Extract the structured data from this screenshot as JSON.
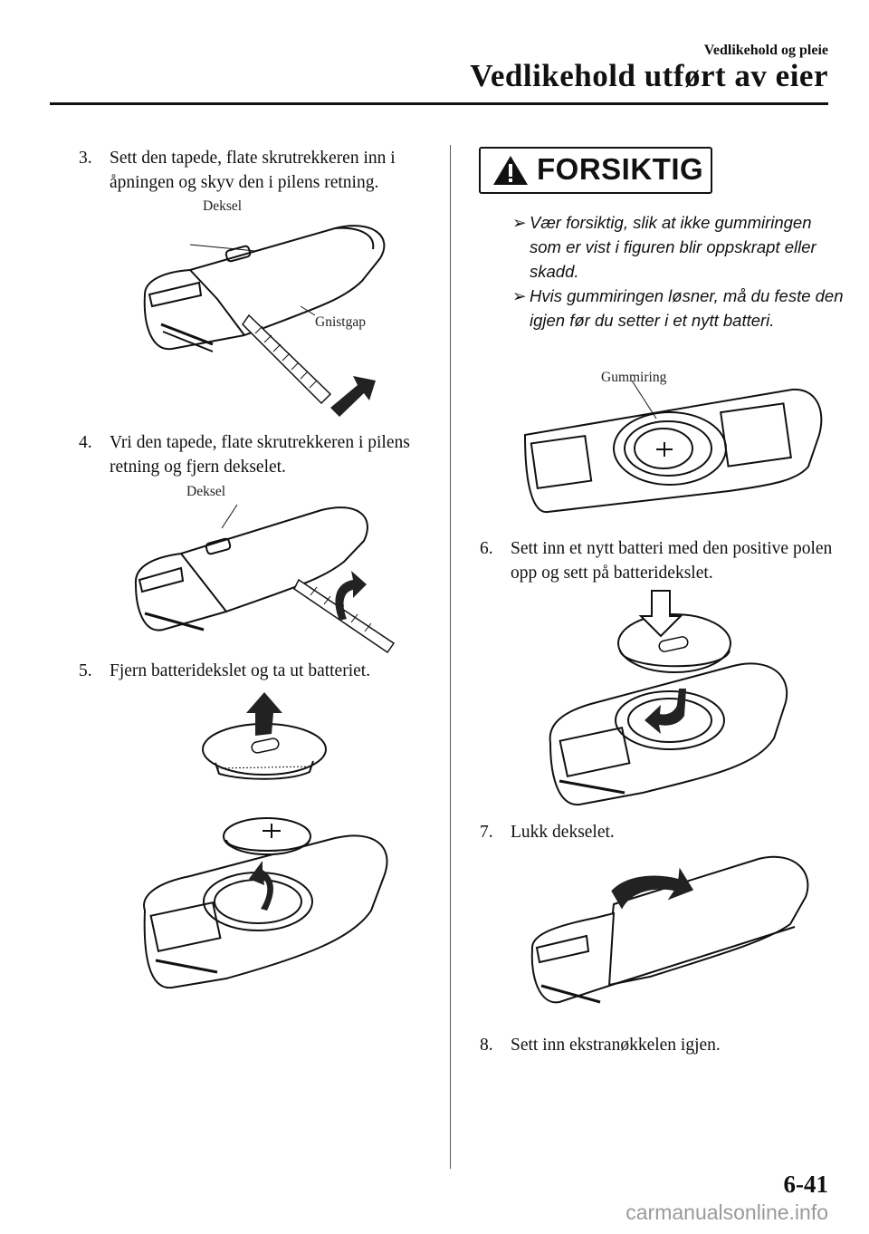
{
  "header": {
    "section": "Vedlikehold og pleie",
    "title": "Vedlikehold utført av eier"
  },
  "left": {
    "step3": {
      "num": "3.",
      "text": "Sett den tapede, flate skrutrekkeren inn i åpningen og skyv den i pilens retning."
    },
    "fig1": {
      "label_cover": "Deksel",
      "label_gap": "Gnistgap"
    },
    "step4": {
      "num": "4.",
      "text": "Vri den tapede, flate skrutrekkeren i pilens retning og fjern dekselet."
    },
    "fig2": {
      "label_cover": "Deksel"
    },
    "step5": {
      "num": "5.",
      "text": "Fjern batteridekslet og ta ut batteriet."
    }
  },
  "right": {
    "caution": {
      "title": "FORSIKTIG",
      "items": [
        "Vær forsiktig, slik at ikke gummiringen som er vist i figuren blir oppskrapt eller skadd.",
        "Hvis gummiringen løsner, må du feste den igjen før du setter i et nytt batteri."
      ]
    },
    "fig_ring": {
      "label": "Gummiring"
    },
    "step6": {
      "num": "6.",
      "text": "Sett inn et nytt batteri med den positive polen opp og sett på batteridekslet."
    },
    "step7": {
      "num": "7.",
      "text": "Lukk dekselet."
    },
    "step8": {
      "num": "8.",
      "text": "Sett inn ekstranøkkelen igjen."
    }
  },
  "footer": {
    "page": "6-41",
    "watermark": "carmanualsonline.info"
  }
}
